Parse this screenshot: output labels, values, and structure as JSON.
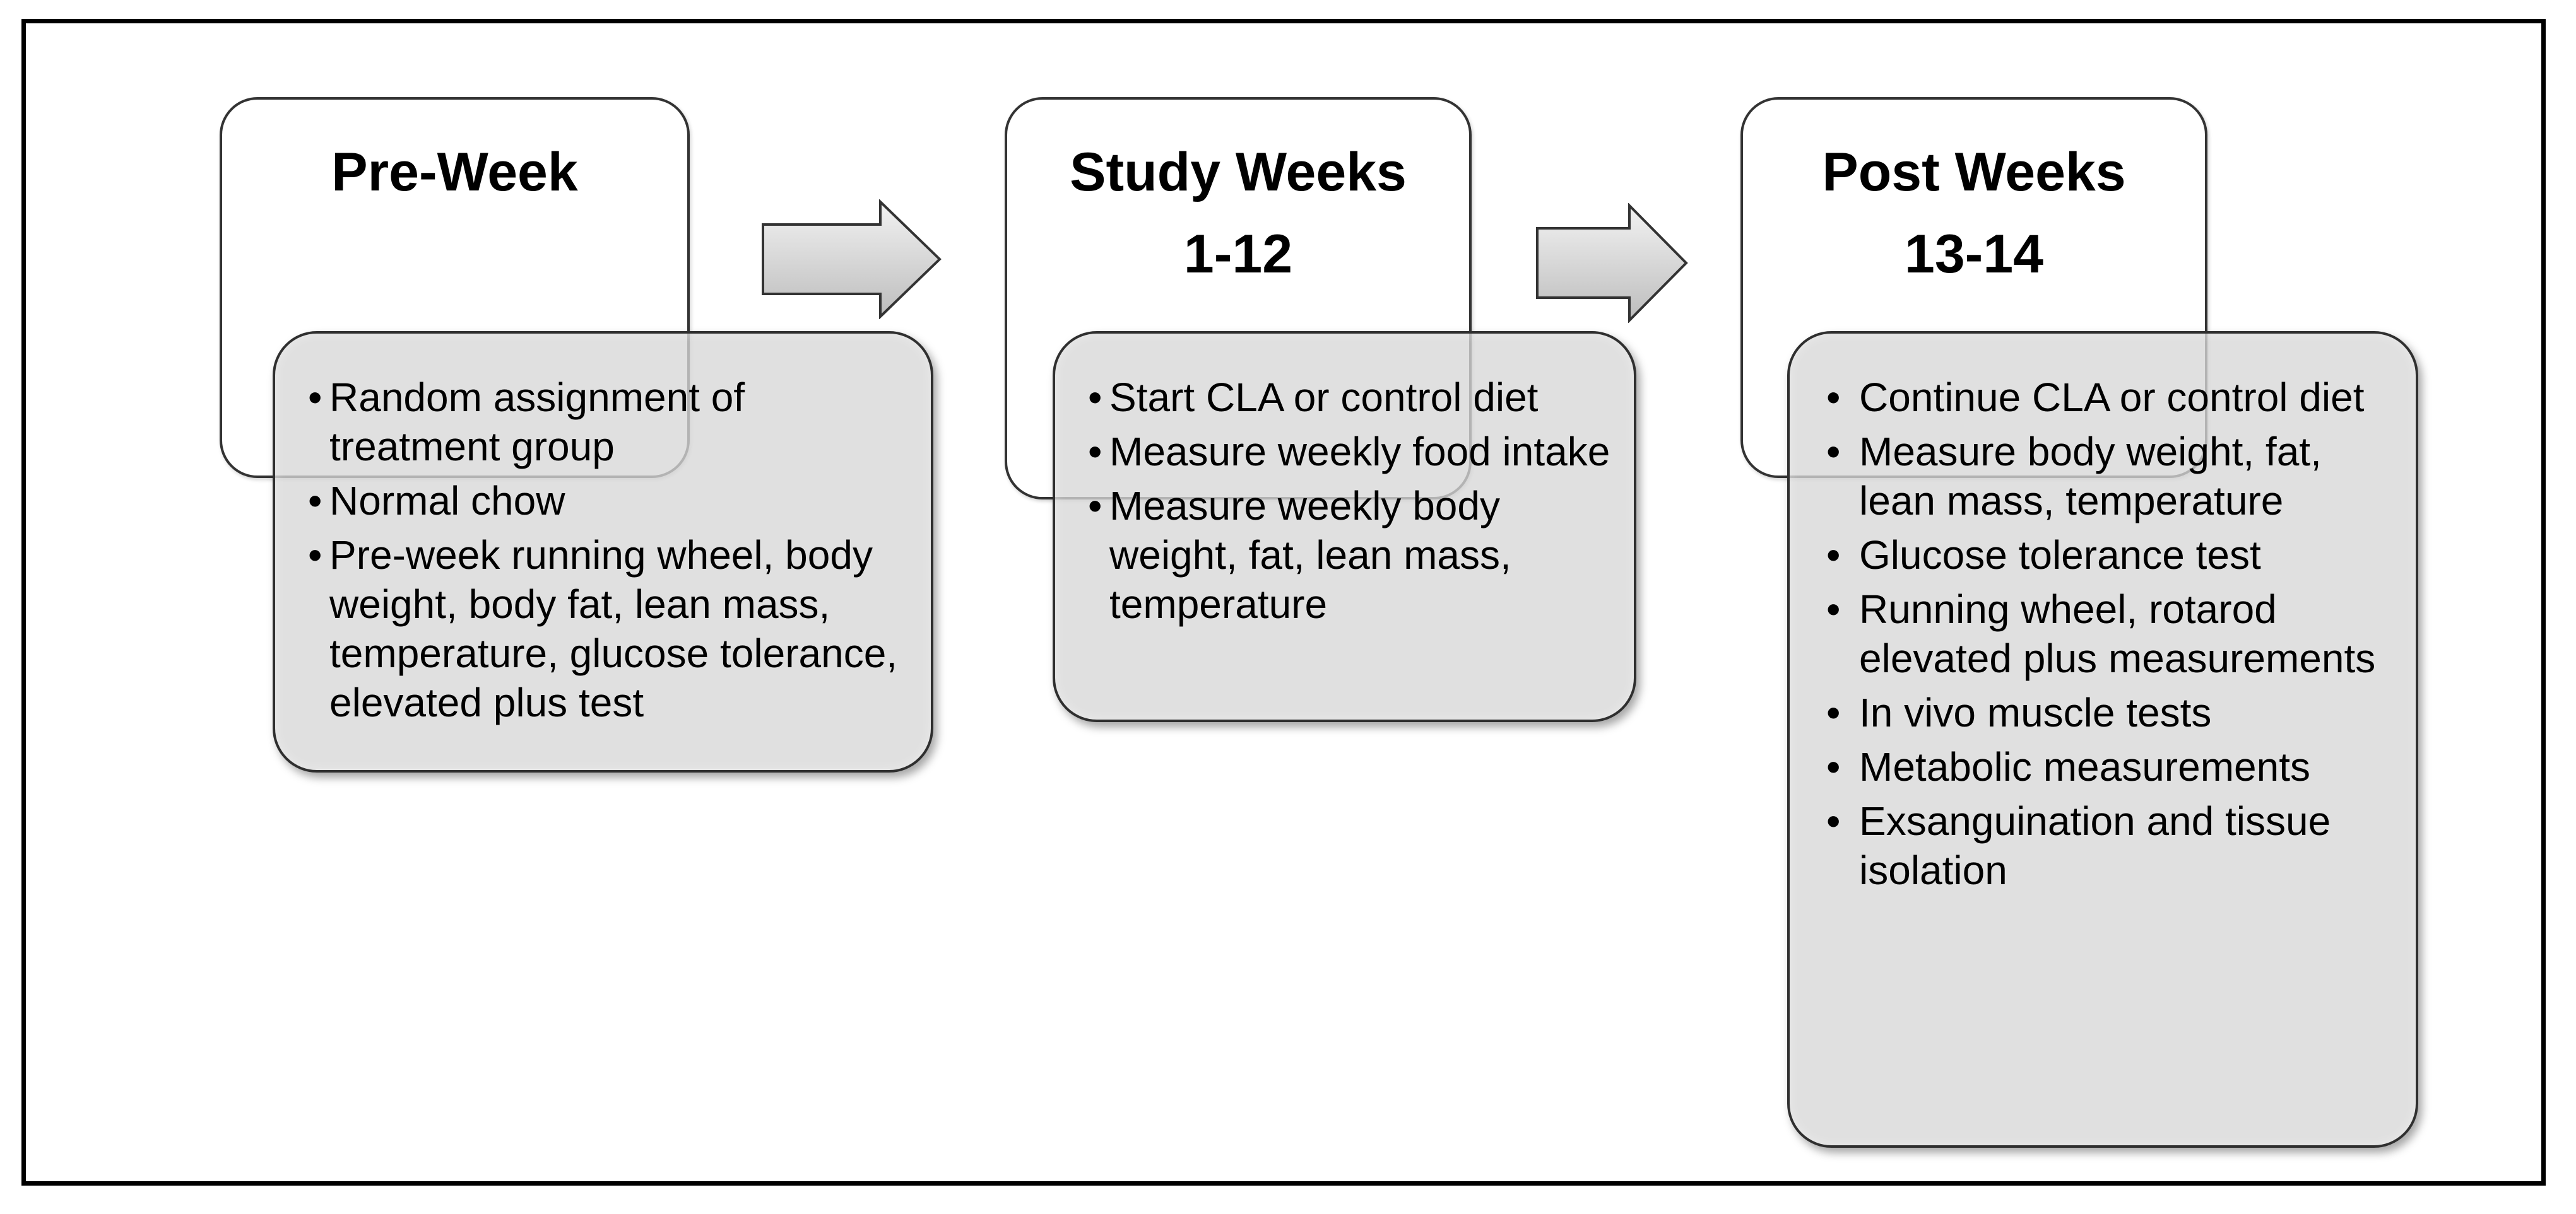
{
  "stages": [
    {
      "title_lines": [
        "Pre-Week"
      ],
      "items": [
        "Random assignment of treatment group",
        "Normal chow",
        "Pre-week running wheel, body weight, body fat, lean mass, temperature, glucose tolerance, elevated plus test"
      ]
    },
    {
      "title_lines": [
        "Study Weeks",
        "1-12"
      ],
      "items": [
        "Start CLA or control diet",
        "Measure weekly food intake",
        "Measure weekly body weight, fat, lean mass, temperature"
      ]
    },
    {
      "title_lines": [
        "Post Weeks",
        "13-14"
      ],
      "items": [
        "Continue CLA or control diet",
        "Measure body weight, fat, lean mass, temperature",
        "Glucose tolerance test",
        "Running wheel, rotarod elevated plus measurements",
        "In vivo muscle tests",
        "Metabolic measurements",
        "Exsanguination and tissue isolation"
      ]
    }
  ],
  "bullet_char": "•",
  "colors": {
    "frame": "#000000",
    "stage_box_fill": "#ffffff",
    "detail_box_fill": "#d7d7d7",
    "arrow_fill": "#cfcfcf",
    "arrow_stroke": "#333333"
  }
}
